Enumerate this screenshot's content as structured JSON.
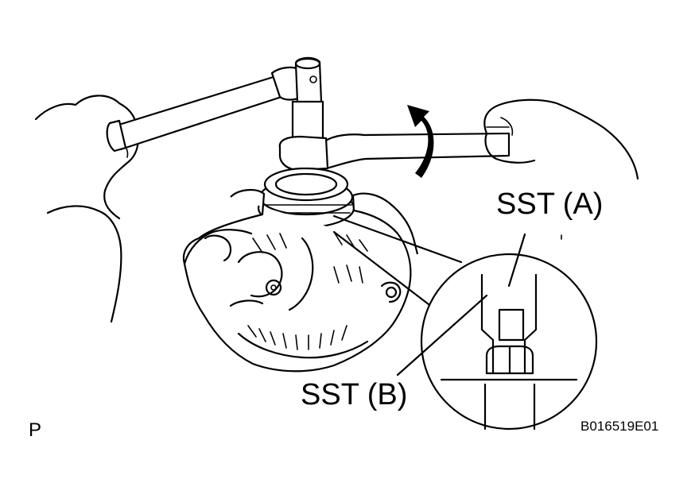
{
  "labels": {
    "sst_a": "SST (A)",
    "sst_b": "SST (B)",
    "corner_mark": "P",
    "figure_code": "B016519E01"
  },
  "colors": {
    "ink": "#000000",
    "background": "#ffffff"
  },
  "icons": {
    "rotation_arrow": "curved-arrow-counterclockwise"
  }
}
